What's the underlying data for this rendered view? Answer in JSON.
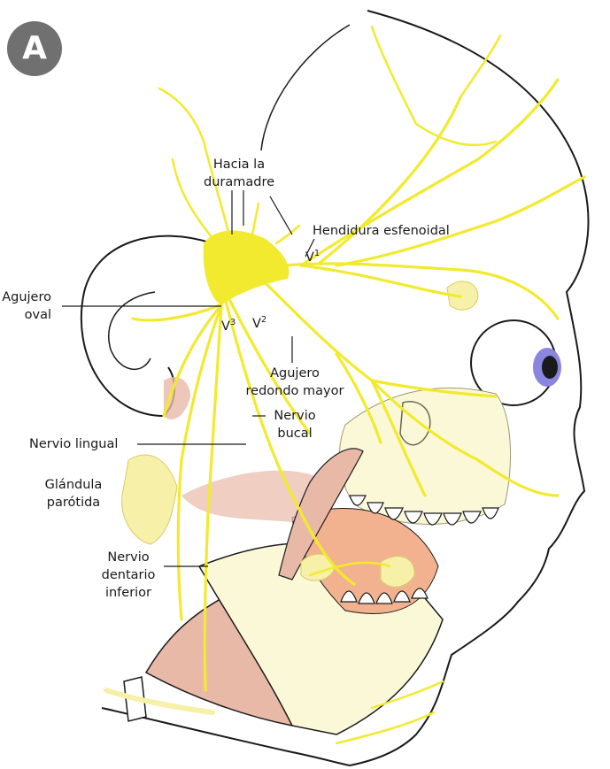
{
  "panel_letter": "A",
  "colors": {
    "nerve": "#f2ea2e",
    "skin_outline": "#1a1a1a",
    "bone": "#fbf8d8",
    "gum": "#f3b28f",
    "muscle": "#e9b9a8",
    "gland": "#f7f0a8",
    "iris": "#8a86e0",
    "badge": "#707070"
  },
  "labels": {
    "hacia_la_duramadre_line1": "Hacia la",
    "hacia_la_duramadre_line2": "duramadre",
    "hendidura_esfenoidal": "Hendidura esfenoidal",
    "agujero_oval_line1": "Agujero",
    "agujero_oval_line2": "oval",
    "v1": "V",
    "v1_sup": "1",
    "v2": "V",
    "v2_sup": "2",
    "v3": "V",
    "v3_sup": "3",
    "agujero_redondo_line1": "Agujero",
    "agujero_redondo_line2": "redondo mayor",
    "nervio_bucal_line1": "Nervio",
    "nervio_bucal_line2": "bucal",
    "nervio_lingual": "Nervio lingual",
    "glandula_parotida_line1": "Glándula",
    "glandula_parotida_line2": "parótida",
    "nervio_dentario_line1": "Nervio",
    "nervio_dentario_line2": "dentario",
    "nervio_dentario_line3": "inferior"
  }
}
